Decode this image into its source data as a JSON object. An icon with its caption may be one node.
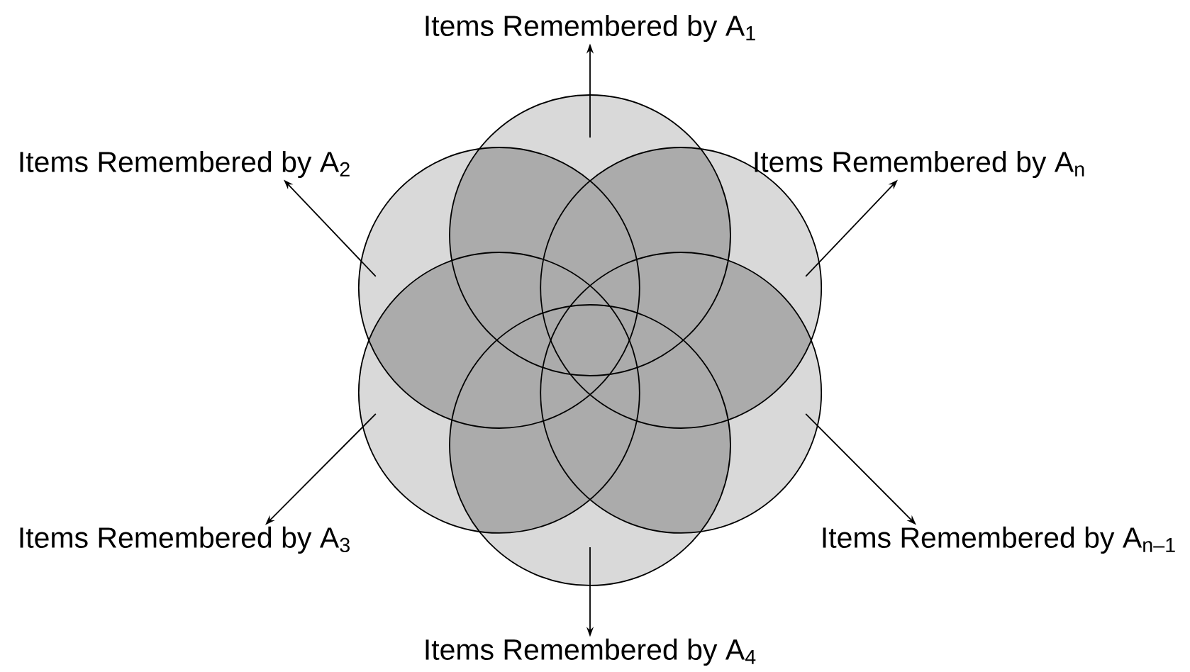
{
  "diagram": {
    "nodes": [
      {
        "text": [
          "Items Remembered by A$_{1}$"
        ]
      },
      {
        "text": [
          "Items Remembered by A$_{2}$"
        ]
      },
      {
        "text": [
          "Items Remembered by A$_{n}$"
        ]
      },
      {
        "text": [
          "Items Remembered by A$_{3}$"
        ]
      },
      {
        "text": [
          "Items Remembered by A$_{n–1}$"
        ]
      },
      {
        "text": [
          "Items Remembered by A$_{4}$"
        ]
      },
      {
        "text": [],
        "shape": "circle"
      },
      {
        "text": [],
        "shape": "circle"
      },
      {
        "text": [],
        "shape": "circle"
      },
      {
        "text": [],
        "shape": "circle"
      },
      {
        "text": [],
        "shape": "circle"
      },
      {
        "text": [],
        "shape": "circle"
      }
    ],
    "edges": [
      {
        "from": 6,
        "to": 0,
        "arrow": "to"
      },
      {
        "from": 7,
        "to": 1,
        "arrow": "to"
      },
      {
        "from": 8,
        "to": 2,
        "arrow": "to"
      },
      {
        "from": 9,
        "to": 3,
        "arrow": "to"
      },
      {
        "from": 10,
        "to": 4,
        "arrow": "to"
      },
      {
        "from": 11,
        "to": 5,
        "arrow": "to"
      }
    ]
  }
}
